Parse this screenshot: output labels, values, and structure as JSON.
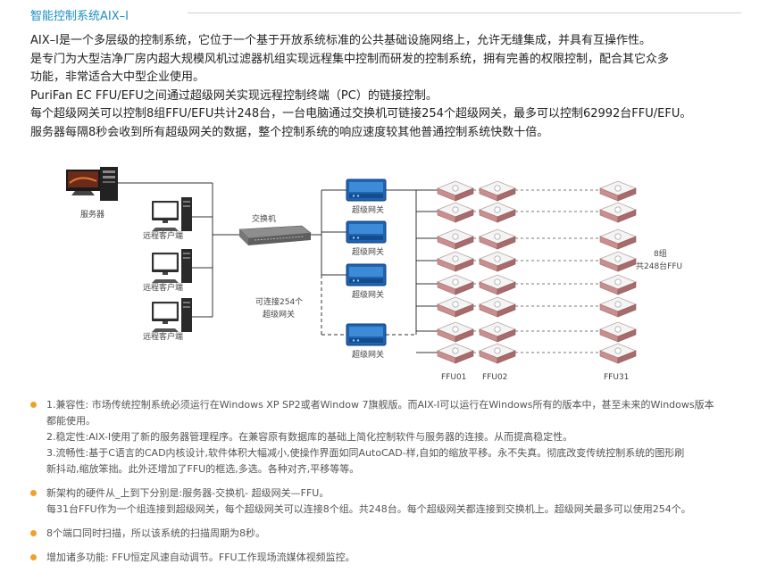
{
  "header": {
    "title": "智能控制系统AIX–I"
  },
  "intro": {
    "lines": [
      "AIX–I是一个多层级的控制系统，它位于一个基于开放系统标准的公共基础设施网络上，允许无缝集成，并具有互操作性。",
      "是专门为大型洁净厂房内超大规模风机过滤器机组实现远程集中控制而研发的控制系统，拥有完善的权限控制，配合其它众多",
      "功能，非常适合大中型企业使用。",
      "PuriFan EC FFU/EFU之间通过超级网关实现远程控制终端（PC）的链接控制。",
      "每个超级网关可以控制8组FFU/EFU共计248台，一台电脑通过交换机可链接254个超级网关，最多可以控制62992台FFU/EFU。",
      "服务器每隔8秒会收到所有超级网关的数据，整个控制系统的响应速度较其他普通控制系统快数十倍。"
    ]
  },
  "diagram": {
    "server_label": "服务器",
    "client_label": "远程客户端",
    "switch_label": "交换机",
    "gateway_label": "超级网关",
    "connect_note_1": "可连接254个",
    "connect_note_2": "超级网关",
    "group_note_1": "8组",
    "group_note_2": "共248台FFU",
    "ffu_col_1": "FFU01",
    "ffu_col_2": "FFU02",
    "ffu_col_3": "FFU31",
    "colors": {
      "accent": "#1c8fc4",
      "bullet": "#f0a12d",
      "gateway": "#1f63b3",
      "ffu": "#b07a7a"
    }
  },
  "bullets": {
    "b1_line1": "1.兼容性: 市场传统控制系统必须运行在Windows XP SP2或者Window 7旗舰版。而AIX-I可以运行在Windows所有的版本中，甚至未来的Windows版本",
    "b1_line2": "都能使用。",
    "b1_line3": "2.稳定性:AIX-I使用了新的服务器管理程序。在兼容原有数据库的基础上简化控制软件与服务器的连接。从而提高稳定性。",
    "b1_line4": "3.流畅性:基于C语言的CAD内核设计,软件体积大幅减小,使操作界面如同AutoCAD-样,自如的缩放平移。永不失真。彻底改变传统控制系统的图形刷",
    "b1_line5": "新抖动,缩放笨拙。此外还增加了FFU的框选,多选。各种对齐,平移等等。",
    "b2_line1": "新架构的硬件从_上到下分别是:服务器-交换机- 超级网关—FFU。",
    "b2_line2": "每31台FFU作为一个组连接到超级网关，每个超级网关可以连接8个组。共248台。每个超级网关都连接到交换机上。超级网关最多可以使用254个。",
    "b3_line1": "8个端口同时扫描，所以该系统的扫描周期为8秒。",
    "b4_line1": "增加诸多功能: FFU恒定风速自动调节。FFU工作现场流媒体视频监控。"
  }
}
